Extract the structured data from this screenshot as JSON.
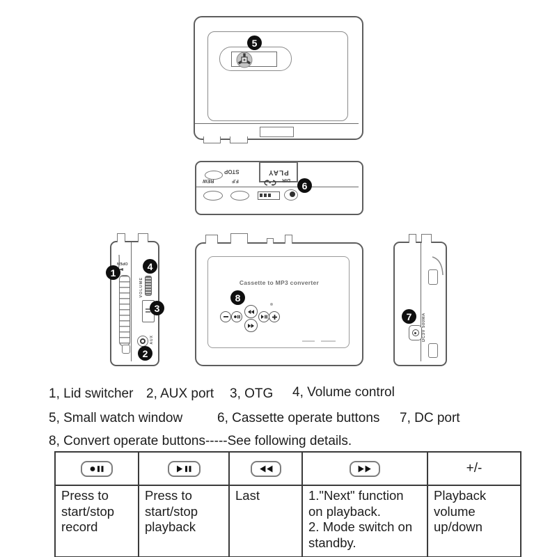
{
  "colors": {
    "line": "#5d5d5d",
    "badge_bg": "#0f0f0f",
    "text": "#1d1d1d"
  },
  "views": {
    "top": {
      "badge": "5"
    },
    "edge": {
      "badge": "6",
      "stop_label": "STOP",
      "play_label": "PLAY",
      "rew_label": "REW",
      "ff_label": "F.F",
      "dir_label": "DIR"
    },
    "left": {
      "badge_lid": "1",
      "badge_aux": "2",
      "badge_otg": "3",
      "badge_volume": "4",
      "open_label": "OPEN",
      "volume_label": "VOLUME",
      "aux_label": "AUX"
    },
    "front": {
      "badge": "8",
      "title": "Cassette to MP3 converter"
    },
    "right": {
      "badge": "7",
      "dc_label": "DC3V 500MA"
    }
  },
  "captions": {
    "line1": [
      "1, Lid switcher",
      "2, AUX port",
      "3, OTG",
      "4, Volume control"
    ],
    "line2": [
      "5, Small watch window",
      "6, Cassette operate buttons",
      "7, DC port"
    ],
    "line3": "8, Convert operate buttons-----See following details."
  },
  "table": {
    "header_icons": [
      "record-pause-icon",
      "play-pause-icon",
      "rewind-icon",
      "fast-forward-icon"
    ],
    "header_plusminus": "+/-",
    "cells": [
      "Press to\nstart/stop\nrecord",
      "Press to\nstart/stop\nplayback",
      "Last",
      "1.\"Next\" function\non playback.\n2. Mode switch on\nstandby.",
      "Playback\nvolume\nup/down"
    ]
  }
}
